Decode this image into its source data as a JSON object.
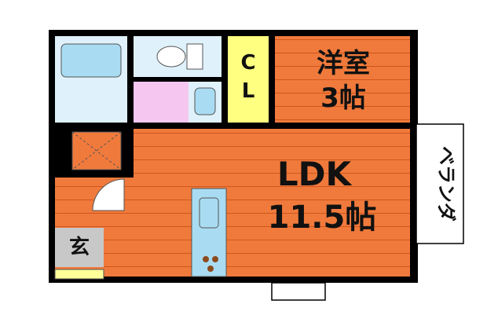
{
  "rooms": {
    "bedroom": {
      "name": "洋室",
      "size": "3帖"
    },
    "ldk": {
      "name": "LDK",
      "size": "11.5帖"
    },
    "closet": {
      "line1": "C",
      "line2": "L"
    },
    "entrance": {
      "name": "玄"
    },
    "balcony": {
      "name": "ベランダ"
    }
  },
  "colors": {
    "wall": "#000000",
    "floor": "#f07a3c",
    "floor_line": "#d0561c",
    "water_area": "#dff1fb",
    "fixture": "#a9dcf2",
    "washroom": "#f5c6f0",
    "closet": "#ffff80",
    "entrance": "#c8c8c8",
    "shoe_box": "#ffff99",
    "kitchen": "#a9dcf2",
    "background": "#ffffff"
  }
}
